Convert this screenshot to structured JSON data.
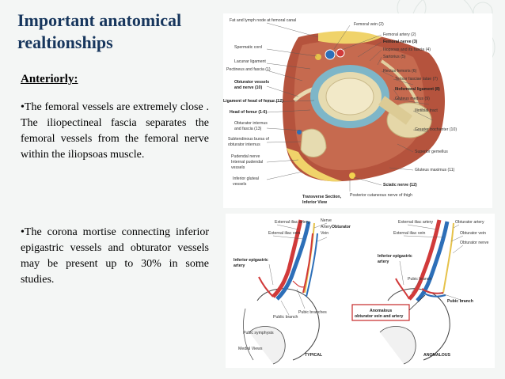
{
  "slide": {
    "title": "Important  anatomical\nrealtionships",
    "subheading": "Anteriorly:",
    "paragraph1": "•The femoral vessels are extremely close . The iliopectineal fascia separates the femoral vessels from the femoral nerve within the iliopsoas muscle.",
    "paragraph2": "•The corona mortise connecting inferior epigastric vessels and obturator vessels may be present up to 30% in some studies."
  },
  "figure1": {
    "left_labels": [
      "Fat and lymph node at femoral canal",
      "Spermatic cord",
      "Lacunar ligament",
      "Pectineus and fascia (1)",
      "Obturator vessels",
      "and nerve (10)",
      "Ligament of head of femur (12)",
      "Head of femur (1-6)",
      "Obturator internus",
      "and fascia (13)",
      "Subtendinous bursa of",
      "obturator internus",
      "Pudendal nerve",
      "Internal pudendal",
      "vessels",
      "Inferior gluteal",
      "vessels"
    ],
    "right_labels": [
      "Femoral vein (2)",
      "Femoral artery (2)",
      "Femoral nerve (3)",
      "Iliopsoas and its fascia (4)",
      "Sartorius (5)",
      "Rectus femoris (6)",
      "Tensor fasciae latae (7)",
      "Iliofemoral ligament (8)",
      "Gluteus medius (9)",
      "Iliotibial tract",
      "Greater trochanter (10)",
      "Superior gemellus",
      "Gluteus maximus (11)",
      "Sciatic nerve (12)",
      "Posterior cutaneous nerve of thigh"
    ],
    "caption": [
      "Transverse Section,",
      "Inferior View"
    ]
  },
  "figure2": {
    "left_labels": [
      "External iliac artery",
      "External iliac vein",
      "Inferior epigastric",
      "artery",
      "Nerve",
      "Artery",
      "Vein",
      "Obturator",
      "Public branch",
      "Pubic branches",
      "Pubic symphysis",
      "Medial Views",
      "TYPICAL"
    ],
    "right_labels": [
      "External iliac artery",
      "External iliac vein",
      "Inferior epigastric",
      "artery",
      "Obturator artery",
      "Obturator vein",
      "Obturator nerve",
      "Pubic branch",
      "Pubic branch",
      "Anomalous",
      "obturator vein and artery",
      "ANOMALOUS"
    ]
  }
}
